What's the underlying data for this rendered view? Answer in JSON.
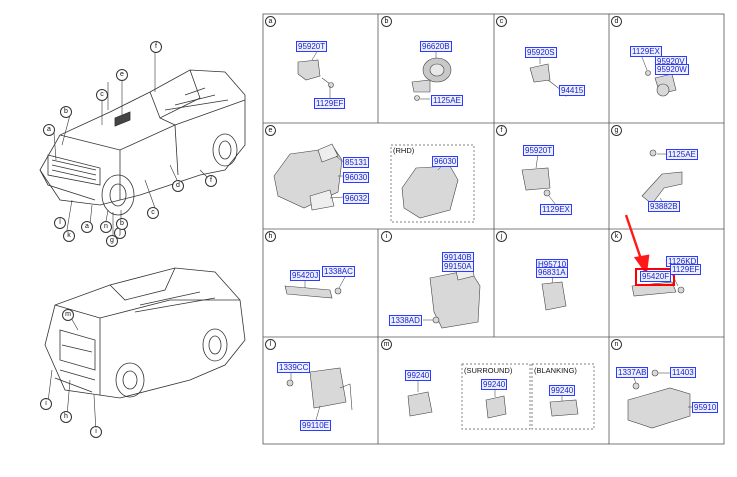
{
  "cells": [
    {
      "letter": "a",
      "labels": [
        "95920T",
        "1129EF"
      ]
    },
    {
      "letter": "b",
      "labels": [
        "96620B",
        "1125AE"
      ]
    },
    {
      "letter": "c",
      "labels": [
        "95920S",
        "94415"
      ]
    },
    {
      "letter": "d",
      "labels": [
        "1129EX",
        "95920V",
        "95920W"
      ]
    },
    {
      "letter": "e",
      "labels": [
        "85131",
        "96030",
        "96032",
        "96030"
      ],
      "notes": [
        "(RHD)"
      ]
    },
    {
      "letter": "f",
      "labels": [
        "95920T",
        "1129EX"
      ]
    },
    {
      "letter": "g",
      "labels": [
        "1125AE",
        "93882B"
      ]
    },
    {
      "letter": "h",
      "labels": [
        "95420J",
        "1338AC"
      ]
    },
    {
      "letter": "i",
      "labels": [
        "99140B",
        "99150A",
        "1338AD"
      ]
    },
    {
      "letter": "j",
      "labels": [
        "H95710",
        "96831A"
      ]
    },
    {
      "letter": "k",
      "labels": [
        "1126KD",
        "95420F",
        "1129EF"
      ]
    },
    {
      "letter": "l",
      "labels": [
        "1339CC",
        "99110E"
      ]
    },
    {
      "letter": "m",
      "labels": [
        "99240",
        "99240",
        "99240"
      ],
      "notes": [
        "(SURROUND)",
        "(BLANKING)"
      ]
    },
    {
      "letter": "n",
      "labels": [
        "1337AB",
        "11403",
        "95910"
      ]
    }
  ],
  "car_markers": {
    "front": [
      "f",
      "e",
      "c",
      "b",
      "a",
      "d",
      "f",
      "c",
      "l",
      "k",
      "a",
      "n",
      "g",
      "j",
      "b"
    ],
    "rear": [
      "m",
      "i",
      "h",
      "i"
    ]
  }
}
